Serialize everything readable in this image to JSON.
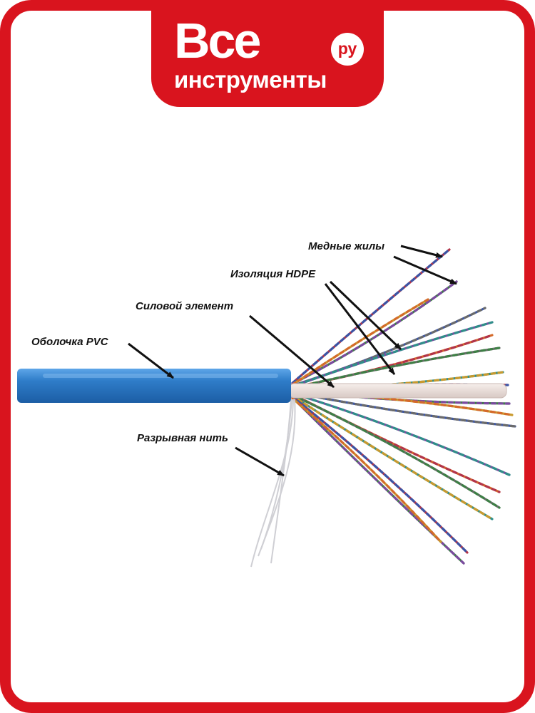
{
  "brand": {
    "main": "Все",
    "sub": "инструменты",
    "badge": "ру",
    "color": "#d9141e"
  },
  "labels": {
    "copper_wires": "Медные жилы",
    "hdpe_insulation": "Изоляция HDPE",
    "strength_member": "Силовой элемент",
    "pvc_jacket": "Оболочка PVC",
    "ripcord": "Разрывная нить"
  },
  "colors": {
    "jacket": "#2f7dc9",
    "strength_member": "#efe3df"
  }
}
